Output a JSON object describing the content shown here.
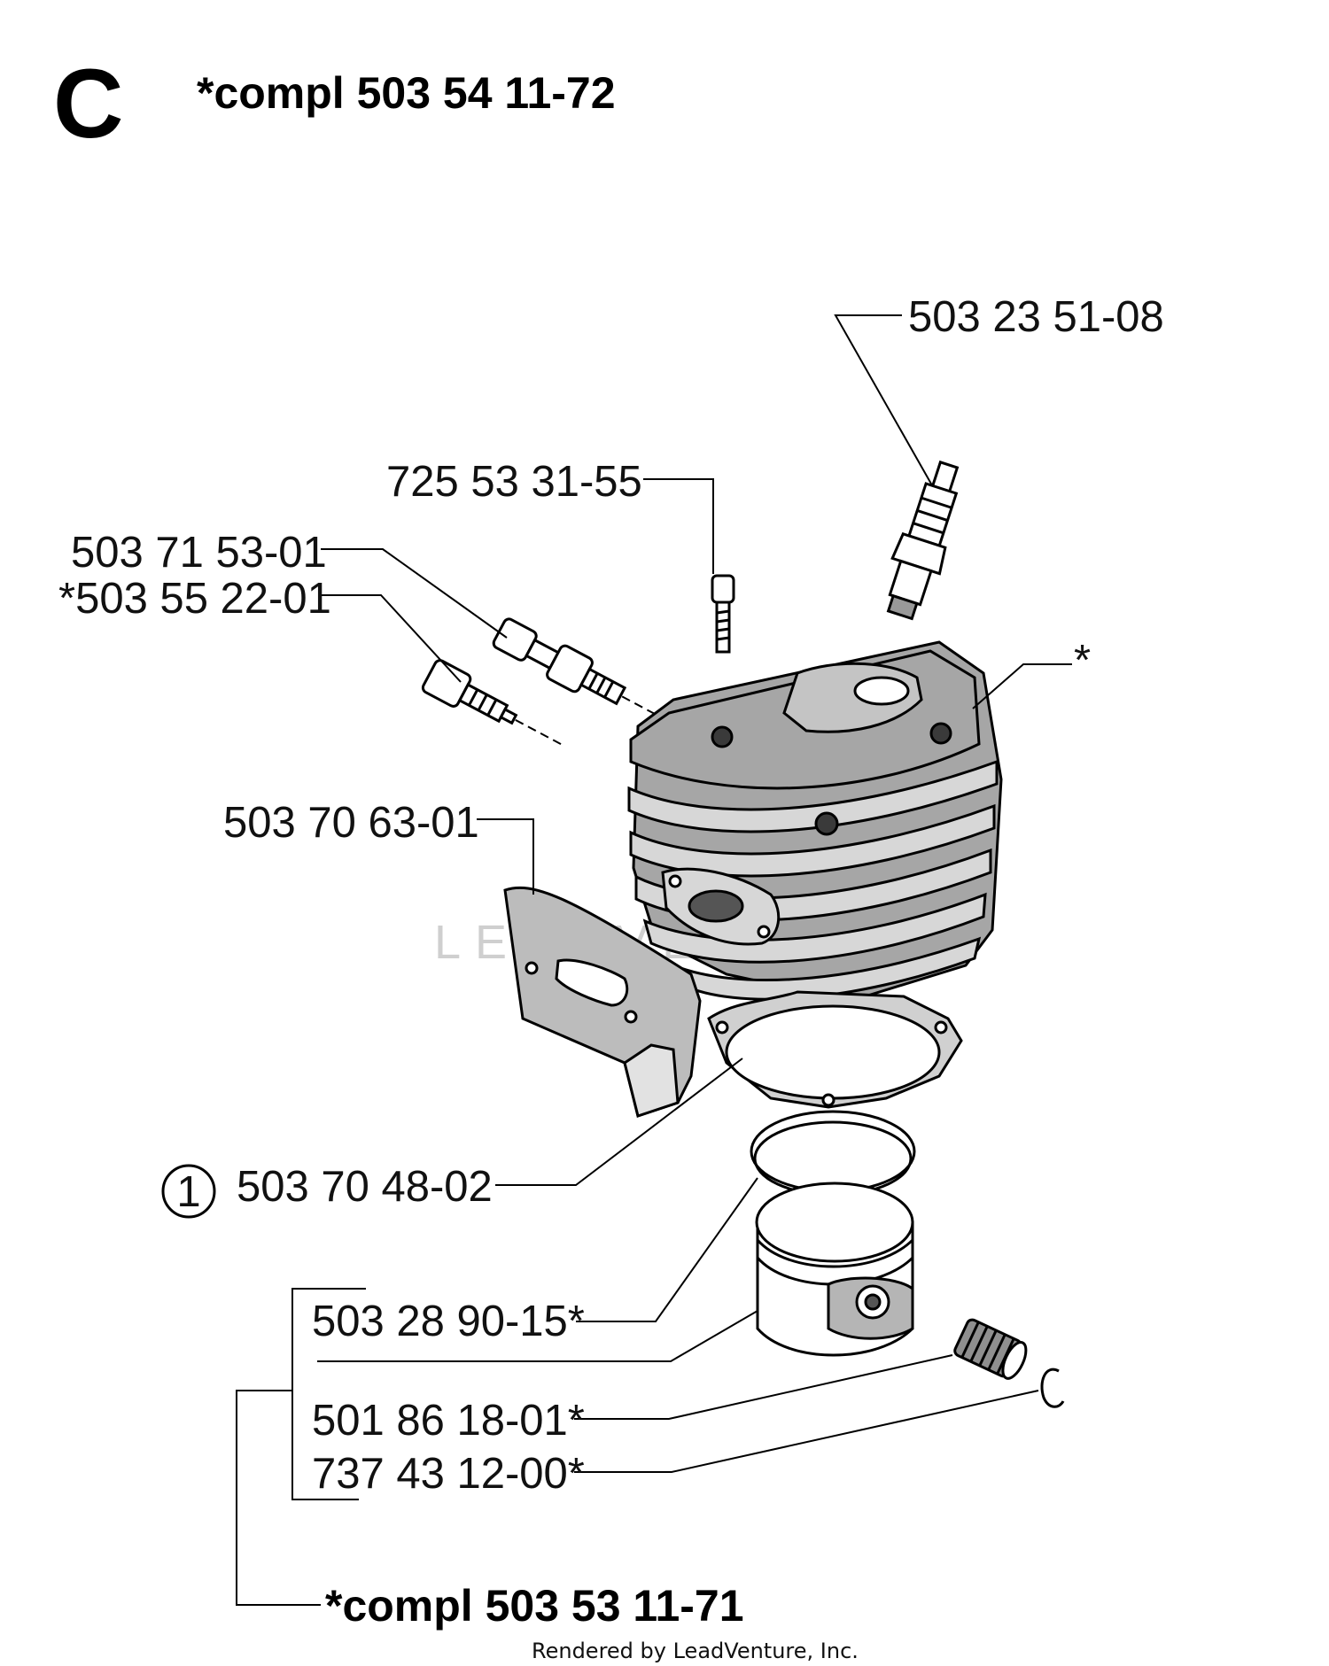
{
  "section": {
    "letter": "C",
    "assembly_title": "*compl 503 54 11-72"
  },
  "parts": {
    "spark_plug": "503 23 51-08",
    "screw": "725 53 31-55",
    "valve": "503 71 53-01",
    "plug": "*503 55 22-01",
    "cylinder": "*",
    "heat_shield": "503 70 63-01",
    "gasket": "503 70 48-02",
    "piston_ring": "503 28 90-15*",
    "needle_bearing": "501 86 18-01*",
    "circlip": "737 43 12-00*"
  },
  "callout": {
    "number": "1"
  },
  "piston_assembly_title": "*compl 503 53 11-71",
  "watermark": "LEADVE",
  "footer": "Rendered by LeadVenture, Inc."
}
